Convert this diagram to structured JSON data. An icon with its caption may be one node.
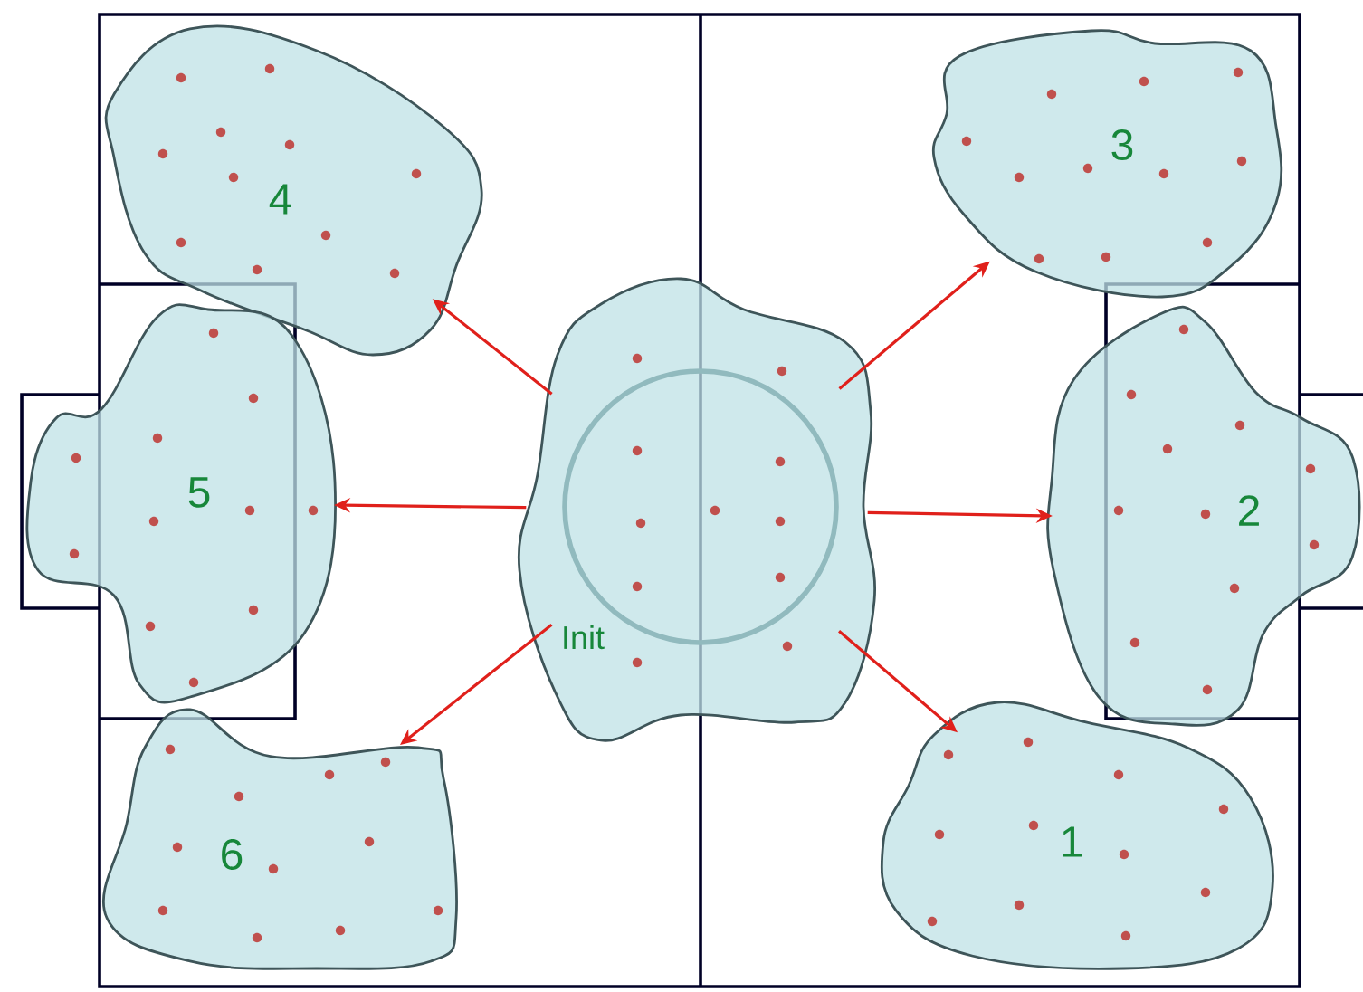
{
  "diagram": {
    "nodes": [
      {
        "text": [
          "Init"
        ]
      },
      {
        "text": [
          "1"
        ]
      },
      {
        "text": [
          "2"
        ]
      },
      {
        "text": [
          "3"
        ]
      },
      {
        "text": [
          "4"
        ]
      },
      {
        "text": [
          "5"
        ]
      },
      {
        "text": [
          "6"
        ]
      }
    ],
    "edges": [
      {
        "from": 0,
        "to": 4,
        "arrow": "to"
      },
      {
        "from": 0,
        "to": 3,
        "arrow": "to"
      },
      {
        "from": 0,
        "to": 5,
        "arrow": "to"
      },
      {
        "from": 0,
        "to": 2,
        "arrow": "to"
      },
      {
        "from": 0,
        "to": 6,
        "arrow": "to"
      },
      {
        "from": 0,
        "to": 1,
        "arrow": "to"
      }
    ]
  }
}
